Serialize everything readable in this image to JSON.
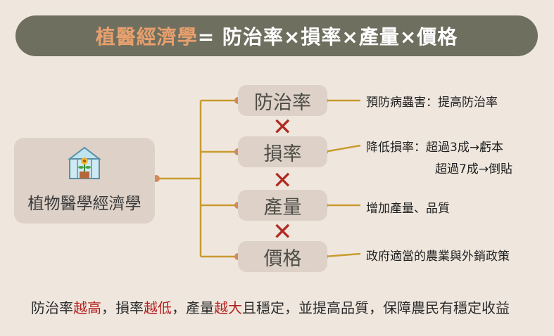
{
  "title": {
    "accent": "植醫經濟學",
    "rest": " = 防治率×損率×產量×價格"
  },
  "root": {
    "label": "植物醫學經濟學",
    "icon": "greenhouse-plant-icon"
  },
  "factors": [
    {
      "label": "防治率",
      "desc": [
        "預防病蟲害：提高防治率"
      ]
    },
    {
      "label": "損率",
      "desc": [
        "降低損率：超過3成→虧本",
        "超過7成→倒貼"
      ]
    },
    {
      "label": "產量",
      "desc": [
        "增加產量、品質"
      ]
    },
    {
      "label": "價格",
      "desc": [
        "政府適當的農業與外銷政策"
      ]
    }
  ],
  "multiply_icon": "multiply-icon",
  "footer": {
    "p1": "防治率",
    "h1": "越高",
    "p2": "，損率",
    "h2": "越低",
    "p3": "，產量",
    "h3": "越大",
    "p4": "且穩定，並提高品質，保障農民有穩定收益"
  },
  "colors": {
    "banner_bg": "#6f6f60",
    "accent": "#e7a06d",
    "connector": "#c99a2e",
    "node_dot": "#d4895a",
    "times_red": "#b02a22",
    "highlight_red": "#b41e1e",
    "box_bg": "#ddd1c8",
    "page_bg": "#efe7de"
  }
}
